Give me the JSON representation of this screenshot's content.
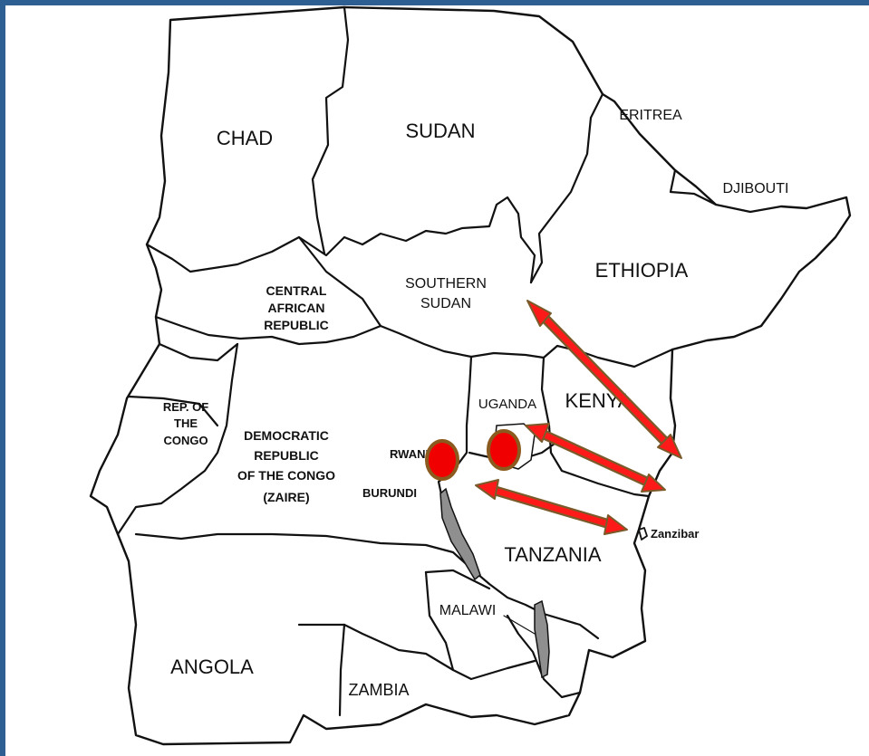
{
  "map": {
    "countries": [
      {
        "key": "chad",
        "label": "CHAD"
      },
      {
        "key": "sudan",
        "label": "SUDAN"
      },
      {
        "key": "eritrea",
        "label": "ERITREA"
      },
      {
        "key": "djibouti",
        "label": "DJIBOUTI"
      },
      {
        "key": "ethiopia",
        "label": "ETHIOPIA"
      },
      {
        "key": "southern_sudan",
        "label_lines": [
          "SOUTHERN",
          "SUDAN"
        ]
      },
      {
        "key": "car",
        "label_lines": [
          "CENTRAL",
          "AFRICAN",
          "REPUBLIC"
        ]
      },
      {
        "key": "rep_congo",
        "label_lines": [
          "REP. OF",
          "THE",
          "CONGO"
        ]
      },
      {
        "key": "drc",
        "label_lines": [
          "DEMOCRATIC",
          "REPUBLIC",
          "OF THE CONGO",
          "(ZAIRE)"
        ]
      },
      {
        "key": "uganda",
        "label": "UGANDA"
      },
      {
        "key": "kenya",
        "label": "KENYA"
      },
      {
        "key": "rwanda",
        "label": "RWANDA"
      },
      {
        "key": "burundi",
        "label": "BURUNDI"
      },
      {
        "key": "tanzania",
        "label": "TANZANIA"
      },
      {
        "key": "zanzibar",
        "label": "Zanzibar"
      },
      {
        "key": "malawi",
        "label": "MALAWI"
      },
      {
        "key": "angola",
        "label": "ANGOLA"
      },
      {
        "key": "zambia",
        "label": "ZAMBIA"
      }
    ],
    "colors": {
      "frame": "#2e5f93",
      "arrow_fill": "#ff1a1a",
      "arrow_outline": "#7b5a2a",
      "marker_fill": "#f00000",
      "lake_fill": "#8f8f8f"
    },
    "overlays": {
      "arrows": [
        {
          "from": "southern_sudan",
          "to": "kenya_coast",
          "double_headed": true
        },
        {
          "from": "uganda",
          "to": "kenya_coast",
          "double_headed": true
        },
        {
          "from": "tanzania",
          "to": "zanzibar",
          "double_headed": true
        }
      ],
      "markers": [
        {
          "location": "rwanda"
        },
        {
          "location": "uganda"
        }
      ]
    }
  }
}
